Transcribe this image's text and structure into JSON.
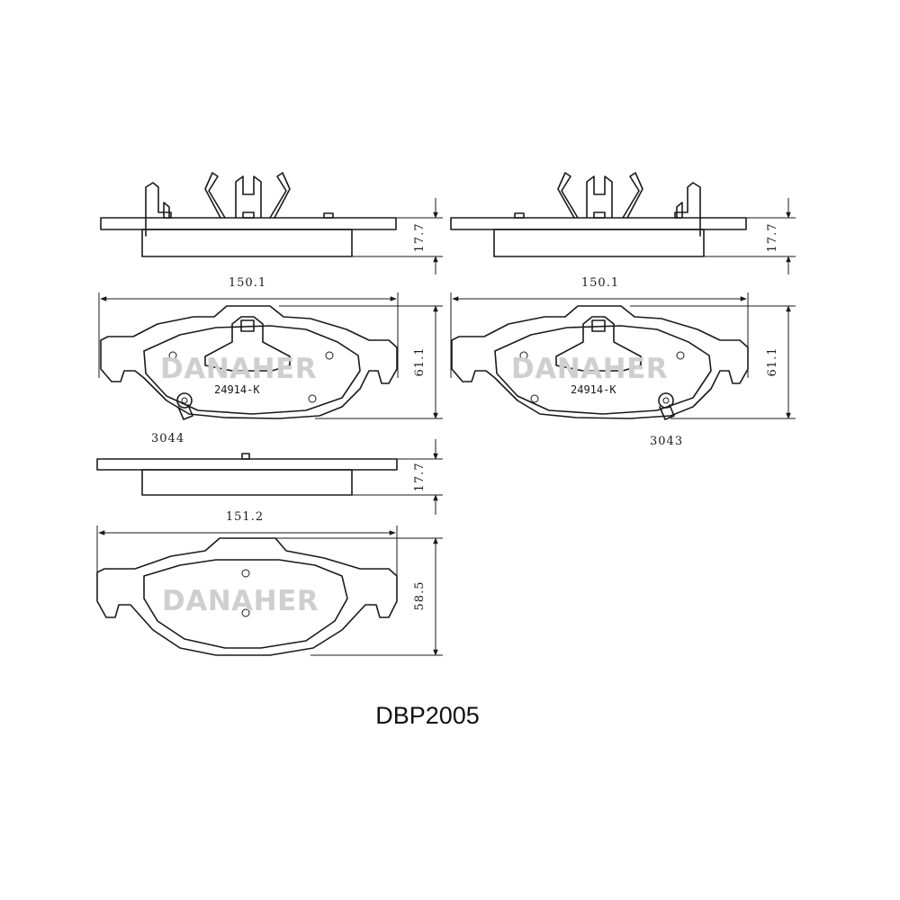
{
  "brand": "DANAHER",
  "model_number": "DBP2005",
  "colors": {
    "line": "#1a1a1a",
    "watermark": "#cfcfcf",
    "background": "#ffffff"
  },
  "outer_pad_left": {
    "width_label": "150.1",
    "height_label": "61.1",
    "thickness_label": "17.7",
    "part_code": "24914-K",
    "part_number": "3044"
  },
  "outer_pad_right": {
    "width_label": "150.1",
    "height_label": "61.1",
    "thickness_label": "17.7",
    "part_code": "24914-K",
    "part_number": "3043"
  },
  "inner_pad": {
    "width_label": "151.2",
    "height_label": "58.5",
    "thickness_label": "17.7"
  }
}
